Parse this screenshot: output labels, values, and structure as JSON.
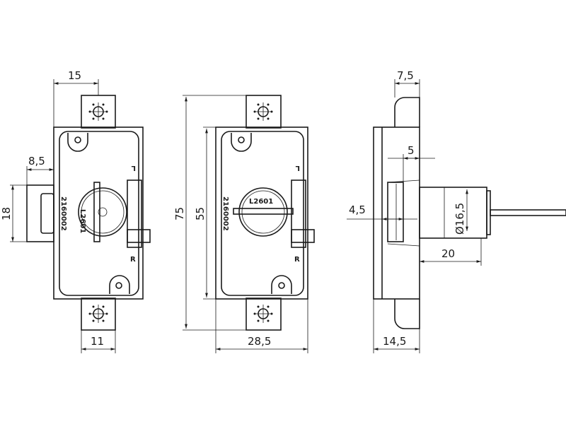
{
  "dimensions": {
    "front_width_offset": "15",
    "bolt_projection": "8,5",
    "bolt_height": "18",
    "tab_width": "11",
    "overall_height": "75",
    "body_height": "55",
    "body_width": "28,5",
    "flange_depth": "7,5",
    "slot_offset": "5",
    "slot_depth": "4,5",
    "cylinder_diameter": "Ø16,5",
    "cylinder_length": "20",
    "side_depth": "14,5"
  },
  "markings": {
    "part_number": "2160002",
    "key_code": "L2601",
    "left_mark": "L",
    "right_mark": "R"
  }
}
